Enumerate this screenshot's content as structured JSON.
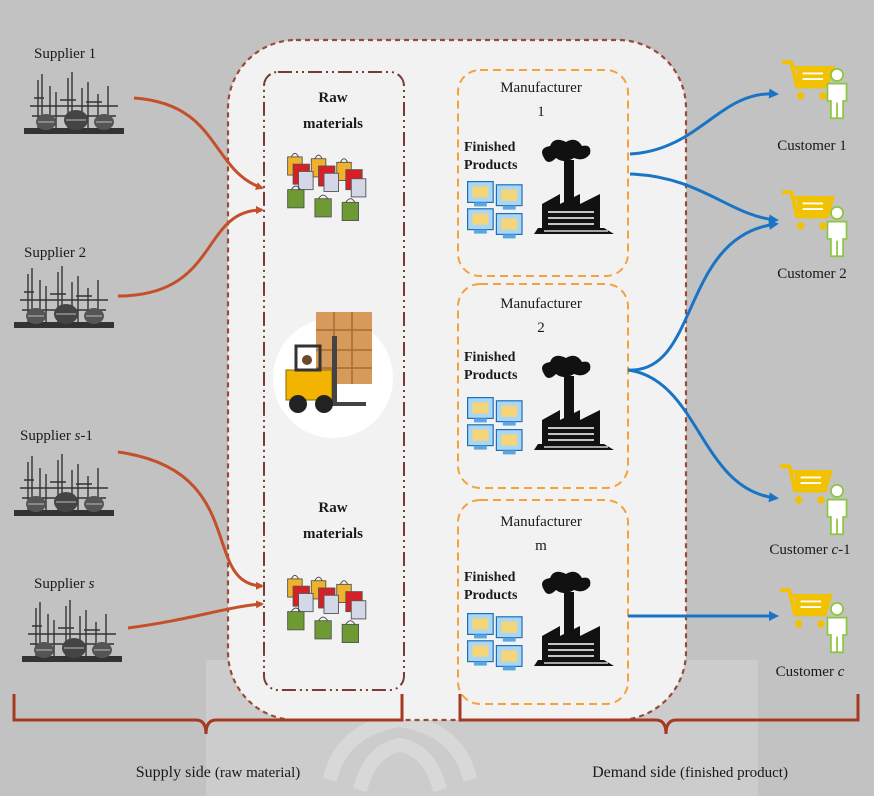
{
  "suppliers": [
    {
      "pre": "Supplier 1",
      "ital": ""
    },
    {
      "pre": "Supplier 2",
      "ital": ""
    },
    {
      "pre": "Supplier ",
      "ital": "s",
      "post": "-1"
    },
    {
      "pre": "Supplier ",
      "ital": "s",
      "post": ""
    }
  ],
  "warehouse": {
    "raw_top": [
      "Raw",
      "materials"
    ],
    "raw_bottom": [
      "Raw",
      "materials"
    ]
  },
  "manufacturers": [
    {
      "title": "Manufacturer",
      "id": "1",
      "products": [
        "Finished",
        "Products"
      ]
    },
    {
      "title": "Manufacturer",
      "id": "2",
      "products": [
        "Finished",
        "Products"
      ]
    },
    {
      "title": "Manufacturer",
      "id": "m",
      "products": [
        "Finished",
        "Products"
      ]
    }
  ],
  "customers": [
    {
      "pre": "Customer 1",
      "ital": "",
      "post": ""
    },
    {
      "pre": "Customer 2",
      "ital": "",
      "post": ""
    },
    {
      "pre": "Customer ",
      "ital": "c",
      "post": "-1"
    },
    {
      "pre": "Customer ",
      "ital": "c",
      "post": ""
    }
  ],
  "sides": {
    "supply": {
      "main": "Supply side",
      "paren": "(raw material)"
    },
    "demand": {
      "main": "Demand side",
      "paren": "(finished product)"
    }
  },
  "colors": {
    "background": "#c2c2c2",
    "panel": "#f2f2f2",
    "panel_border": "#9b4a35",
    "supply_arrow": "#c3502a",
    "demand_arrow": "#1a74c6",
    "manufacturer_border": "#f5a23c",
    "brace": "#a53a22",
    "cart": "#f2c200",
    "customer": "#8cc63f"
  },
  "icons": [
    "factory-icon",
    "cart-icon",
    "person-icon",
    "boxes-icon",
    "forklift-icon",
    "monitor-icon",
    "smoke-factory-icon"
  ]
}
